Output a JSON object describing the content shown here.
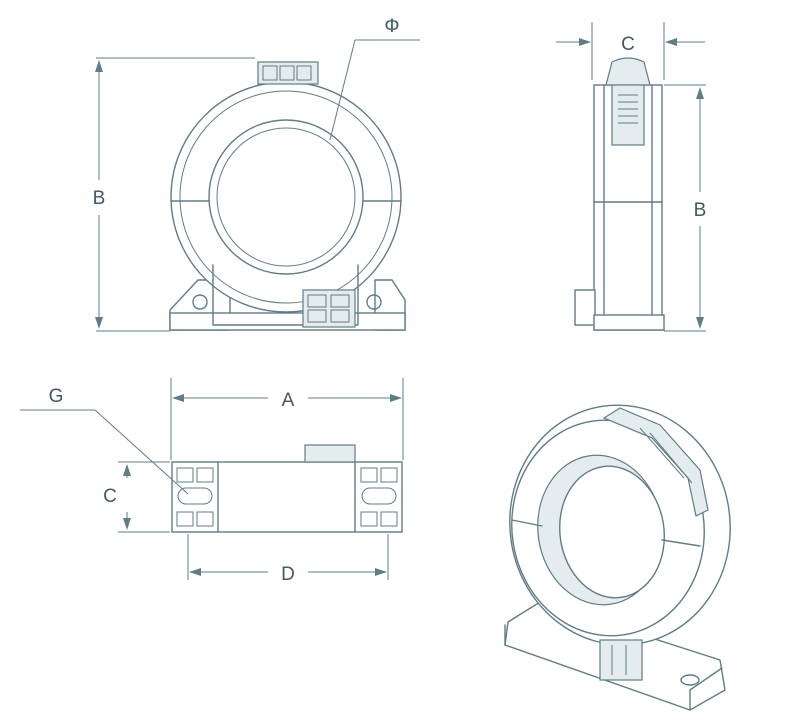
{
  "labels": {
    "front_height": "B",
    "diameter": "Φ",
    "side_width": "C",
    "side_height": "B",
    "bottom_length": "A",
    "bottom_hole": "G",
    "bottom_width": "C",
    "bottom_spacing": "D"
  },
  "colors": {
    "line": "#5f7d86",
    "text": "#3f5a62",
    "background": "#ffffff"
  }
}
